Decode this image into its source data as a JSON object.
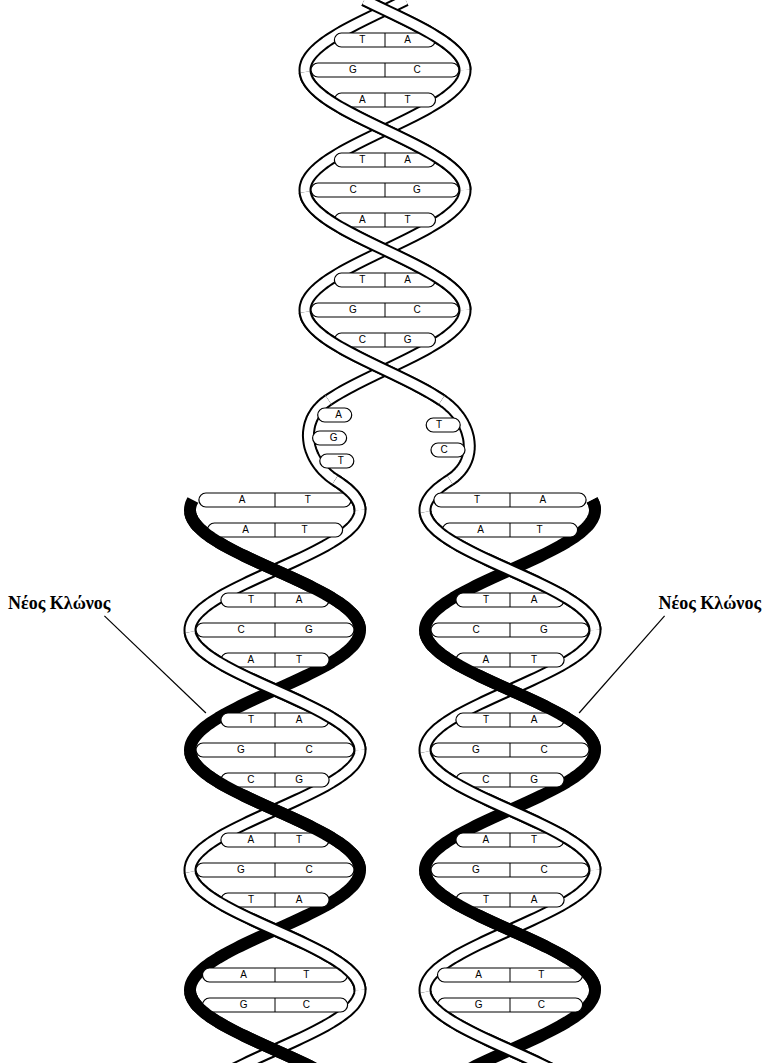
{
  "diagram": {
    "labels": [
      "T",
      "A",
      "G",
      "C",
      "A",
      "T",
      "T",
      "A",
      "C",
      "G",
      "A",
      "T",
      "T",
      "A",
      "G",
      "C",
      "C",
      "G",
      "A",
      "G",
      "T",
      "T",
      "C",
      "Νέος Κλώνος",
      "Νέος Κλώνος",
      "A",
      "T",
      "A",
      "T",
      "T",
      "A",
      "C",
      "G",
      "A",
      "T",
      "T",
      "A",
      "G",
      "C",
      "C",
      "G",
      "A",
      "T",
      "G",
      "C",
      "T",
      "A",
      "A",
      "T",
      "G",
      "C",
      "T",
      "A",
      "A",
      "T",
      "T",
      "A",
      "C",
      "G",
      "A",
      "T",
      "T",
      "A",
      "G",
      "C",
      "C",
      "G",
      "A",
      "T",
      "G",
      "C",
      "T",
      "A",
      "A",
      "T",
      "G",
      "C"
    ]
  }
}
